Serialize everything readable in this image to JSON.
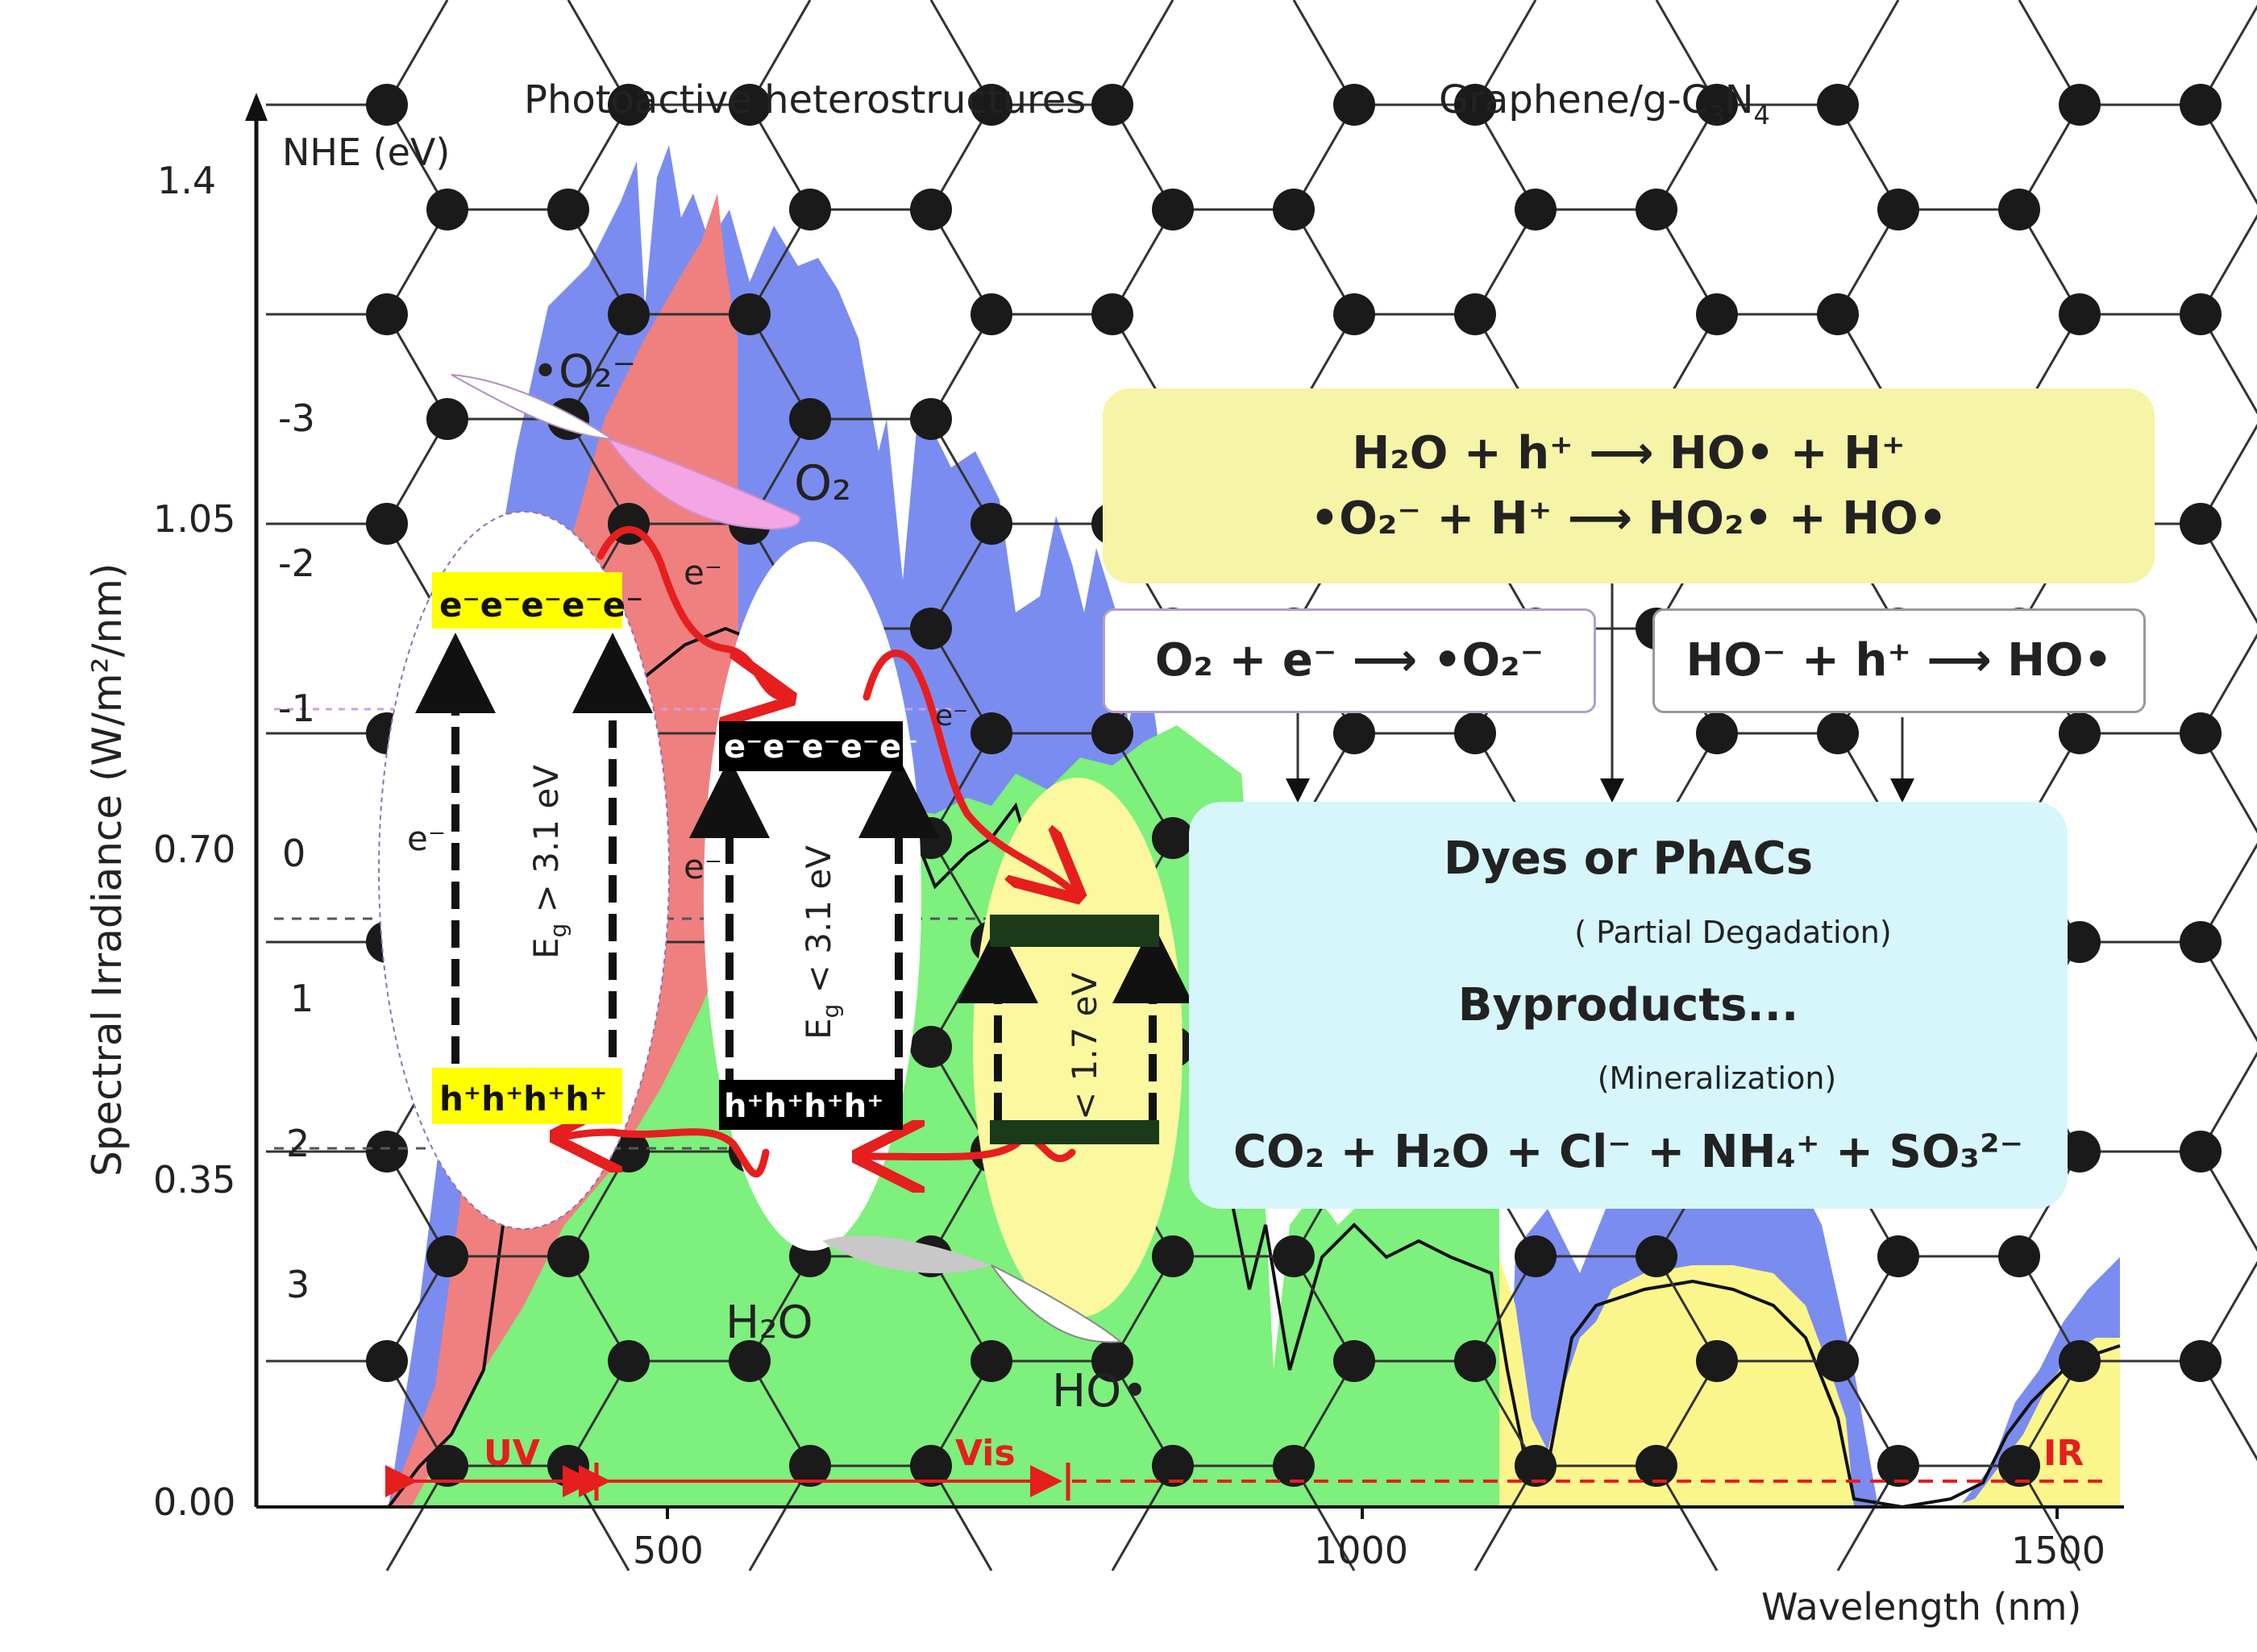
{
  "header": {
    "left_title": "Photoactive heterostructures",
    "right_title": "Graphene/g-C",
    "right_title_sub1": "3",
    "right_title_mid": "N",
    "right_title_sub2": "4"
  },
  "axes": {
    "y_label": "Spectral Irradiance (W/m²/nm)",
    "x_label": "Wavelength (nm)",
    "nhe_label": "NHE (eV)",
    "y_ticks": [
      "1.4",
      "1.05",
      "0.70",
      "0.35",
      "0.00"
    ],
    "x_ticks": [
      "500",
      "1000",
      "1500"
    ],
    "nhe_ticks": [
      "-3",
      "-2",
      "-1",
      "0",
      "1",
      "2",
      "3"
    ]
  },
  "regions": {
    "uv": "UV",
    "vis": "Vis",
    "ir": "IR"
  },
  "semiconductors": {
    "s1": {
      "cb": "e⁻e⁻e⁻e⁻e⁻",
      "vb": "h⁺h⁺h⁺h⁺",
      "gap": "E",
      "gap_sub": "g",
      "gap_rest": " > 3.1 eV",
      "carrier": "e⁻"
    },
    "s2": {
      "cb": "e⁻e⁻e⁻e⁻e⁻",
      "vb": "h⁺h⁺h⁺h⁺",
      "gap": "E",
      "gap_sub": "g",
      "gap_rest": " < 3.1 eV",
      "carrier": "e⁻"
    },
    "s3": {
      "gap": "< 1.7 eV"
    },
    "free_electron_1": "e⁻",
    "free_electron_2": "e⁻"
  },
  "species": {
    "superoxide": "•O₂⁻",
    "oxygen": "O₂",
    "water": "H₂O",
    "hydroxyl": "HO•"
  },
  "reactions": {
    "box1_line1": "H₂O + h⁺ ⟶ HO• + H⁺",
    "box1_line2": "•O₂⁻ + H⁺ ⟶ HO₂• + HO•",
    "box2": "O₂ + e⁻ ⟶ •O₂⁻",
    "box3": "HO⁻ + h⁺ ⟶ HO•",
    "deg_title": "Dyes or PhACs",
    "deg_step1": "( Partial Degadation)",
    "deg_mid": "Byproducts...",
    "deg_step2": "(Mineralization)",
    "deg_final": "CO₂ + H₂O + Cl⁻ + NH₄⁺ + SO₃²⁻"
  },
  "colors": {
    "uv_fill": "#f08080",
    "blue_fill": "#7b8cf0",
    "green_fill": "#7df07d",
    "yellow_fill": "#fbf68c",
    "box_yellow": "#f6f4a6",
    "box_cyan": "#d6f6fb",
    "arrow_red": "#e61e1e",
    "cb_yellow": "#ffff00"
  }
}
